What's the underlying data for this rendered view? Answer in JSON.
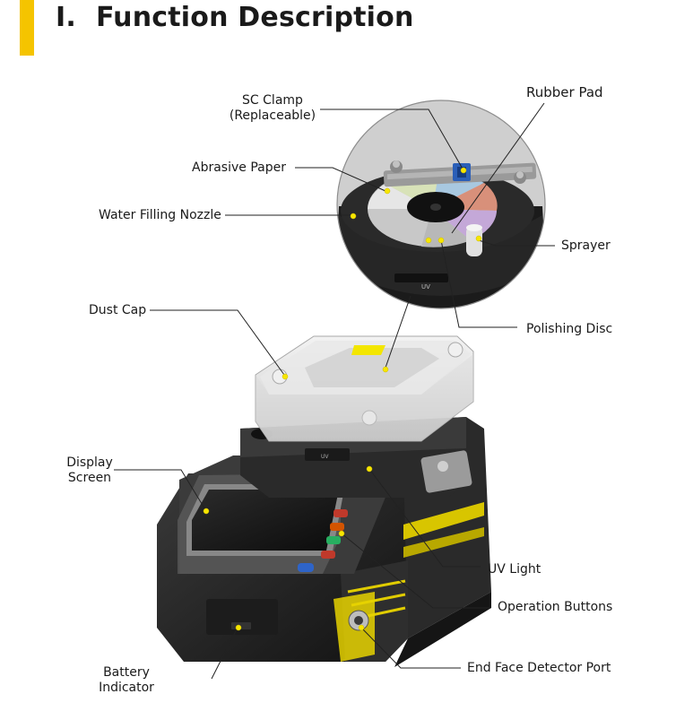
{
  "header": {
    "number": "I.",
    "title": "Function Description"
  },
  "colors": {
    "accent": "#f5c400",
    "marker": "#f7e600"
  },
  "labels": {
    "sc_clamp": "SC Clamp",
    "sc_clamp_note": "(Replaceable)",
    "rubber_pad": "Rubber Pad",
    "abrasive_paper": "Abrasive Paper",
    "water_filling_nozzle": "Water Filling Nozzle",
    "sprayer": "Sprayer",
    "polishing_disc": "Polishing Disc",
    "dust_cap": "Dust Cap",
    "display_screen_1": "Display",
    "display_screen_2": "Screen",
    "uv_light": "UV Light",
    "operation_buttons": "Operation Buttons",
    "end_face_detector_port": "End Face Detector Port",
    "battery_indicator_1": "Battery",
    "battery_indicator_2": "Indicator"
  },
  "device_marks": {
    "uv_mark_top": "UV",
    "uv_mark_mid": "UV"
  }
}
